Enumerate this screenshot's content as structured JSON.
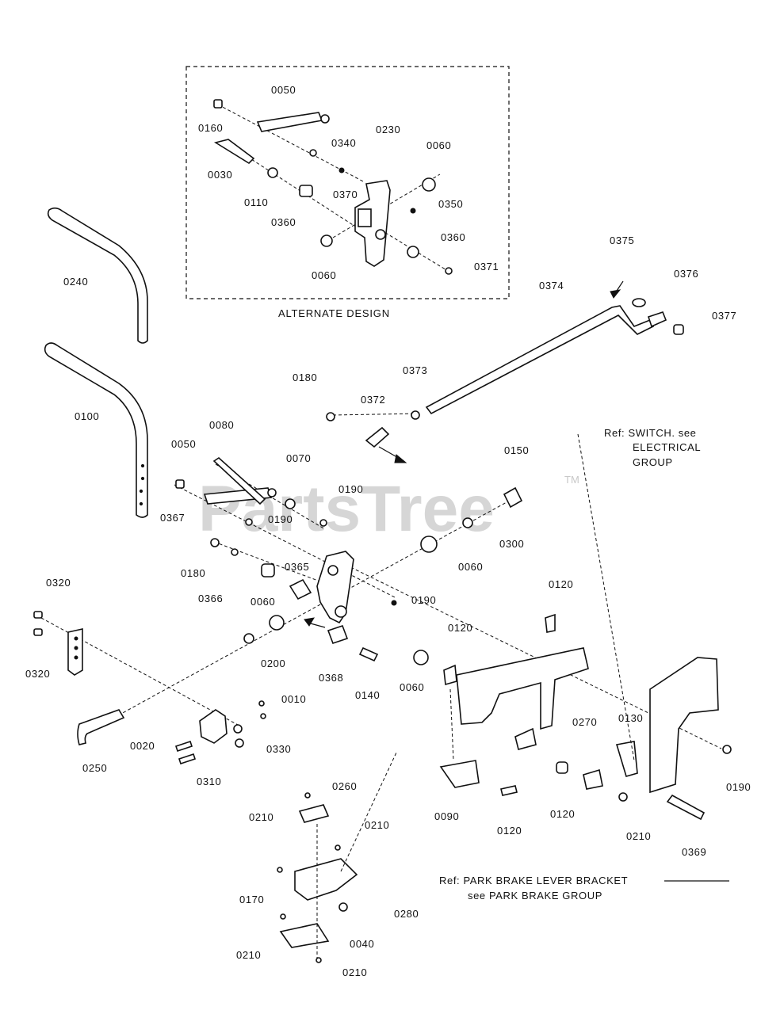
{
  "box_caption": "ALTERNATE DESIGN",
  "refs": {
    "switch": [
      "Ref: SWITCH. see",
      "ELECTRICAL",
      "GROUP"
    ],
    "park_brake": [
      "Ref: PARK BRAKE LEVER BRACKET",
      "see PARK BRAKE GROUP"
    ]
  },
  "watermark": "PartsTree",
  "trademark": "TM",
  "labels": {
    "l0050a": "0050",
    "l0160": "0160",
    "l0230": "0230",
    "l0340": "0340",
    "l0060a": "0060",
    "l0030": "0030",
    "l0110": "0110",
    "l0370": "0370",
    "l0350": "0350",
    "l0360a": "0360",
    "l0360b": "0360",
    "l0060b": "0060",
    "l0371": "0371",
    "l0375": "0375",
    "l0376": "0376",
    "l0374": "0374",
    "l0377": "0377",
    "l0240": "0240",
    "l0100": "0100",
    "l0180a": "0180",
    "l0372": "0372",
    "l0373": "0373",
    "l0080": "0080",
    "l0050b": "0050",
    "l0070": "0070",
    "l0150": "0150",
    "l0190a": "0190",
    "l0190b": "0190",
    "l0367": "0367",
    "l0300": "0300",
    "l0180b": "0180",
    "l0366": "0366",
    "l0365": "0365",
    "l0060c": "0060",
    "l0060d": "0060",
    "l0190c": "0190",
    "l0120a": "0120",
    "l0320a": "0320",
    "l0320b": "0320",
    "l0200": "0200",
    "l0368": "0368",
    "l0140": "0140",
    "l0060e": "0060",
    "l0120b": "0120",
    "l0010": "0010",
    "l0130": "0130",
    "l0270": "0270",
    "l0020": "0020",
    "l0330": "0330",
    "l0250": "0250",
    "l0310": "0310",
    "l0090": "0090",
    "l0120c": "0120",
    "l0120d": "0120",
    "l0210a": "0210",
    "l0190d": "0190",
    "l0369": "0369",
    "l0260": "0260",
    "l0210b": "0210",
    "l0210c": "0210",
    "l0170": "0170",
    "l0280": "0280",
    "l0040": "0040",
    "l0210d": "0210",
    "l0210e": "0210"
  }
}
